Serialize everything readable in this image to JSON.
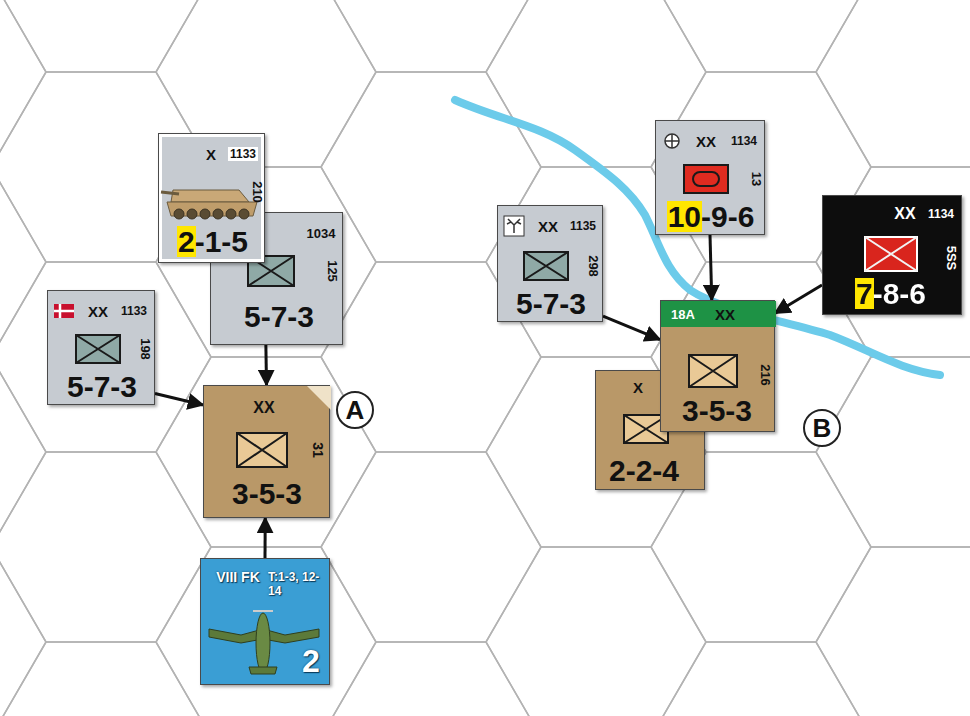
{
  "diagram": {
    "nodes": [
      {
        "text": [
          "X",
          "1133",
          "210",
          "2-1-5"
        ]
      },
      {
        "text": [
          "1034",
          "125",
          "5-7-3"
        ]
      },
      {
        "text": [
          "XX",
          "1133",
          "198",
          "5-7-3"
        ]
      },
      {
        "text": [
          "XX",
          "31",
          "3-5-3"
        ]
      },
      {
        "text": [
          "VIII FK",
          "T:1-3, 12-14",
          "2"
        ]
      },
      {
        "text": [
          "A"
        ]
      },
      {
        "text": [
          "XX",
          "1135",
          "298",
          "5-7-3"
        ]
      },
      {
        "text": [
          "XX",
          "1134",
          "13",
          "10-9-6"
        ]
      },
      {
        "text": [
          "XX",
          "1134",
          "5SS",
          "7-8-6"
        ]
      },
      {
        "text": [
          "X",
          "2-2-4"
        ]
      },
      {
        "text": [
          "18A",
          "XX",
          "216",
          "3-5-3"
        ]
      },
      {
        "text": [
          "B"
        ]
      }
    ],
    "edges": [
      {
        "from": 1,
        "to": 3,
        "arrow": "to"
      },
      {
        "from": 2,
        "to": 3,
        "arrow": "to"
      },
      {
        "from": 4,
        "to": 3,
        "arrow": "to"
      },
      {
        "from": 6,
        "to": 10,
        "arrow": "to"
      },
      {
        "from": 7,
        "to": 10,
        "arrow": "to"
      },
      {
        "from": 8,
        "to": 10,
        "arrow": "to"
      }
    ]
  }
}
